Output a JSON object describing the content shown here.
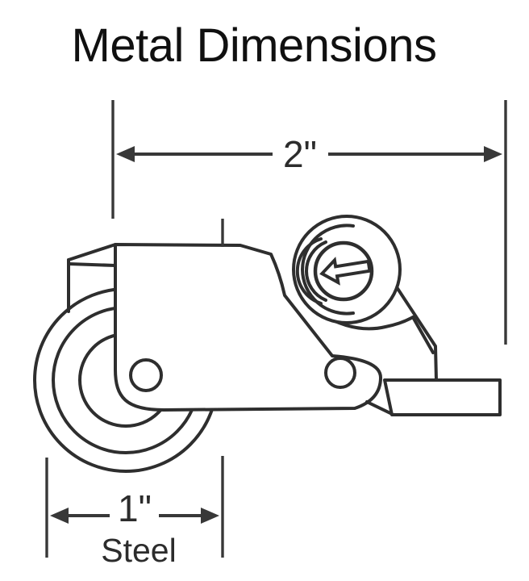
{
  "title": "Metal Dimensions",
  "diagram": {
    "dimensions": {
      "top": {
        "label": "2\""
      },
      "bottom": {
        "label": "1\"",
        "material": "Steel"
      }
    },
    "icons": {
      "cam_screw_slot": "arrow-left-icon"
    },
    "colors": {
      "background": "#ffffff",
      "line": "#2e2e2e",
      "dimension": "#383838",
      "text": "#101010"
    }
  }
}
